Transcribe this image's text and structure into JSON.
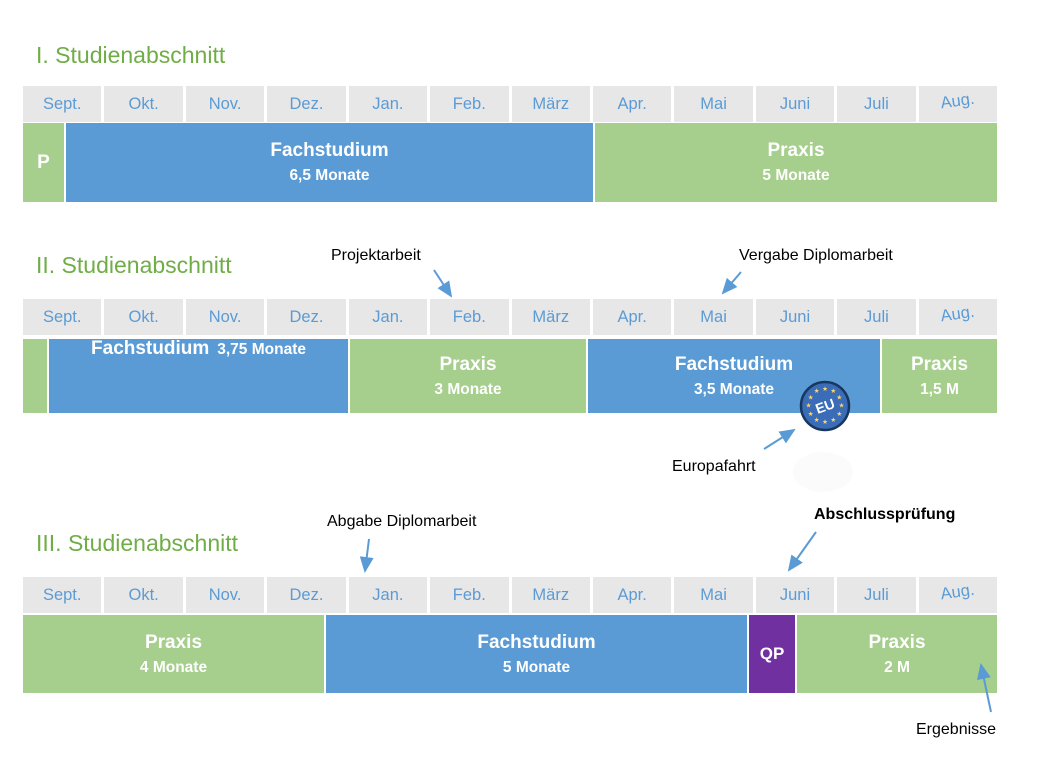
{
  "months": [
    "Sept.",
    "Okt.",
    "Nov.",
    "Dez.",
    "Jan.",
    "Feb.",
    "März",
    "Apr.",
    "Mai",
    "Juni",
    "Juli",
    "Aug."
  ],
  "sections": [
    {
      "title": "I. Studienabschnitt",
      "segments": [
        {
          "type": "praxis",
          "label": "P",
          "sublabel": ""
        },
        {
          "type": "fachstudium",
          "label": "Fachstudium",
          "sublabel": "6,5 Monate"
        },
        {
          "type": "praxis",
          "label": "Praxis",
          "sublabel": "5 Monate"
        }
      ]
    },
    {
      "title": "II. Studienabschnitt",
      "segments": [
        {
          "type": "praxis",
          "label": "",
          "sublabel": ""
        },
        {
          "type": "fachstudium",
          "label": "Fachstudium",
          "sublabel": "3,75 Monate"
        },
        {
          "type": "praxis",
          "label": "Praxis",
          "sublabel": "3 Monate"
        },
        {
          "type": "fachstudium",
          "label": "Fachstudium",
          "sublabel": "3,5 Monate"
        },
        {
          "type": "praxis",
          "label": "Praxis",
          "sublabel": "1,5 M"
        }
      ]
    },
    {
      "title": "III. Studienabschnitt",
      "segments": [
        {
          "type": "praxis",
          "label": "Praxis",
          "sublabel": "4 Monate"
        },
        {
          "type": "fachstudium",
          "label": "Fachstudium",
          "sublabel": "5 Monate"
        },
        {
          "type": "qp",
          "label": "QP",
          "sublabel": ""
        },
        {
          "type": "praxis",
          "label": "Praxis",
          "sublabel": "2 M"
        }
      ]
    }
  ],
  "annotations": {
    "projektarbeit": "Projektarbeit",
    "vergabe_diplomarbeit": "Vergabe Diplomarbeit",
    "europafahrt": "Europafahrt",
    "abgabe_diplomarbeit": "Abgabe Diplomarbeit",
    "abschlusspruefung": "Abschlussprüfung",
    "ergebnisse": "Ergebnisse"
  },
  "eu_badge": {
    "label": "EU"
  },
  "colors": {
    "fachstudium_blue": "#5B9BD5",
    "praxis_green": "#A6CE8D",
    "qp_purple": "#7030A0",
    "heading_green": "#70AD47",
    "month_header_bg": "#E8E7E7",
    "month_text_blue": "#5B9BD5",
    "arrow_blue": "#5B9BD5",
    "eu_badge_blue": "#3B6CB8",
    "eu_star_yellow": "#FFD966"
  }
}
